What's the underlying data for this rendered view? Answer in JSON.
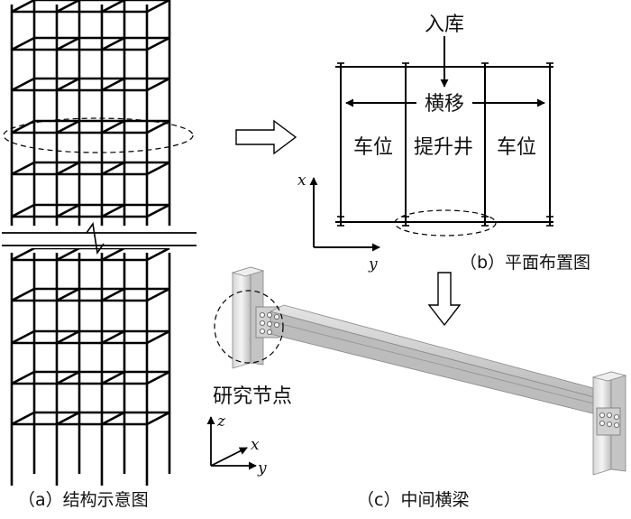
{
  "figure": {
    "panel_a": {
      "caption": "（a）结构示意图"
    },
    "panel_b": {
      "caption": "（b）平面布置图",
      "entry_label": "入库",
      "shift_label": "横移",
      "cells": [
        "车位",
        "提升井",
        "车位"
      ],
      "axis_x": "x",
      "axis_y": "y"
    },
    "panel_c": {
      "caption": "（c）中间横梁",
      "node_label": "研究节点",
      "axis_x": "x",
      "axis_y": "y",
      "axis_z": "z"
    }
  }
}
